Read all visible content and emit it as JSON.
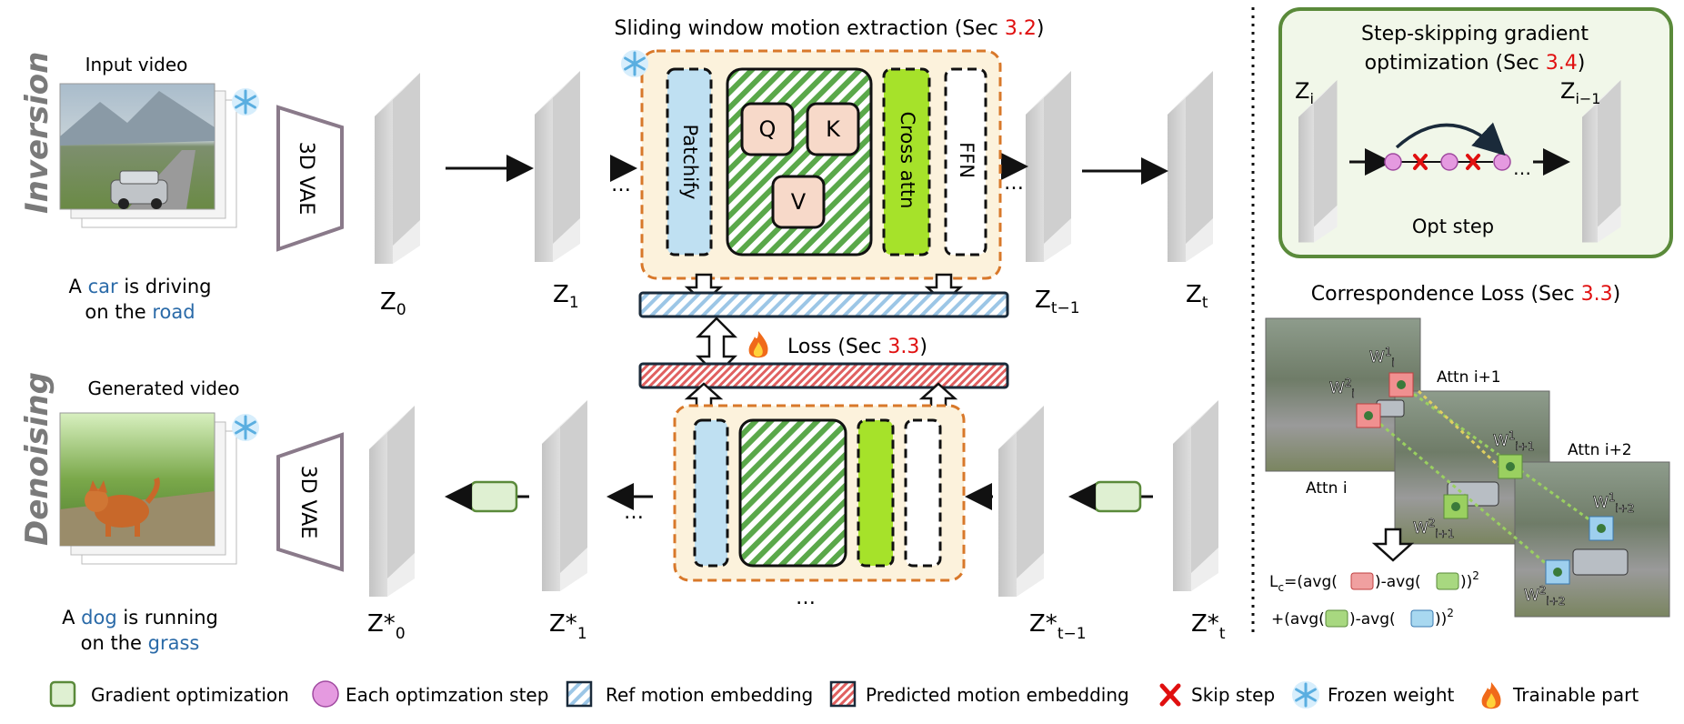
{
  "side_labels": {
    "inversion": "Inversion",
    "denoising": "Denoising"
  },
  "top": {
    "input_title": "Input video",
    "caption_line1": {
      "a": "A ",
      "b": "car",
      "c": " is driving"
    },
    "caption_line2": {
      "a": "on the ",
      "b": "road"
    },
    "vae": "3D VAE",
    "latents": {
      "z0": "Z",
      "z0_sub": "0",
      "z1": "Z",
      "z1_sub": "1",
      "zt1": "Z",
      "zt1_sub": "t−1",
      "zt": "Z",
      "zt_sub": "t"
    },
    "ellipsis": "…"
  },
  "sliding": {
    "title_a": "Sliding window motion extraction (Sec ",
    "title_b": "3.2",
    "title_c": ")",
    "patchify": "Patchify",
    "q": "Q",
    "k": "K",
    "v": "V",
    "cross_attn": "Cross attn",
    "ffn": "FFN"
  },
  "loss": {
    "a": "Loss (Sec ",
    "b": "3.3",
    "c": ")"
  },
  "bottom": {
    "generated_title": "Generated video",
    "caption_line1": {
      "a": "A ",
      "b": "dog",
      "c": " is running"
    },
    "caption_line2": {
      "a": "on the ",
      "b": "grass"
    },
    "vae": "3D VAE",
    "latents": {
      "z0": "Z*",
      "z0_sub": "0",
      "z1": "Z*",
      "z1_sub": "1",
      "zt1": "Z*",
      "zt1_sub": "t−1",
      "zt": "Z*",
      "zt_sub": "t"
    },
    "ellipsis": "…"
  },
  "step_skip": {
    "title_line1": "Step-skipping gradient",
    "title_line2_a": "optimization (Sec ",
    "title_line2_b": "3.4",
    "title_line2_c": ")",
    "zi": "Z",
    "zi_sub": "i",
    "zi1": "Z",
    "zi1_sub": "i−1",
    "opt_step": "Opt step",
    "ellipsis": "…"
  },
  "correspondence": {
    "title_a": "Correspondence Loss (Sec ",
    "title_b": "3.3",
    "title_c": ")",
    "attn_i": "Attn i",
    "attn_i1": "Attn i+1",
    "attn_i2": "Attn i+2",
    "w": "W",
    "sup1": "1",
    "sup2": "2",
    "sub_i": "i",
    "sub_i1": "i+1",
    "sub_i2": "i+2",
    "formula1_a": "L",
    "formula1_sub": "c",
    "formula1_b": "=(avg(",
    "formula1_c": ")-avg(",
    "formula1_d": "))",
    "formula_sq": "2",
    "formula2_a": "+(avg(",
    "formula2_c": ")-avg(",
    "formula2_d": "))"
  },
  "legend": {
    "gradient_opt": "Gradient optimization",
    "each_step": "Each optimzation step",
    "ref_motion": "Ref motion embedding",
    "pred_motion": "Predicted motion embedding",
    "skip_step": "Skip step",
    "frozen": "Frozen weight",
    "trainable": "Trainable part"
  },
  "colors": {
    "accent_red": "#e01010",
    "word_blue": "#2a6aa8",
    "green_box": "#5a8a3a",
    "lime": "#a6e22a",
    "light_blue": "#bfe0f2",
    "peach": "#f7d9c9",
    "orange_dash": "#d8782a",
    "pink_node": "#e59ae0",
    "ice": "#7ec3ee"
  }
}
